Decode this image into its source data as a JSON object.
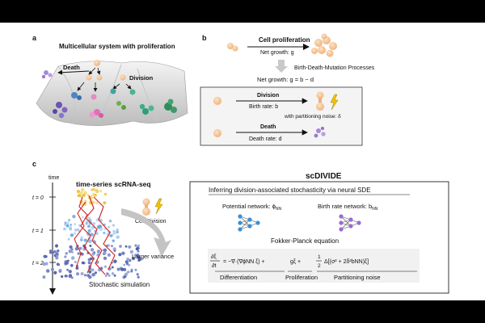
{
  "panel_a": {
    "letter": "a",
    "title": "Multicellular system with proliferation",
    "death_label": "Death",
    "division_label": "Division"
  },
  "panel_b": {
    "letter": "b",
    "cell_proliferation": "Cell proliferation",
    "net_growth_top": "Net growth: g",
    "process_label": "Birth-Death-Mutation Processes",
    "net_growth_eq": "Net growth: g = b − d",
    "division_title": "Division",
    "birth_rate": "Birth rate: b",
    "partitioning": "with partitioning noise: δ",
    "death_title": "Death",
    "death_rate": "Death rate: d"
  },
  "panel_c": {
    "letter": "c",
    "time_axis": "time",
    "t0": "t = 0",
    "t1": "t = 1",
    "t2": "t = 2",
    "scrna_title": "time-series scRNA-seq",
    "cell_division": "Cell Division",
    "larger_variance": "Larger variance",
    "stochastic_sim": "Stochastic simulation"
  },
  "scdivide": {
    "title": "scDIVIDE",
    "subtitle": "Inferring division-associated stochasticity via neural SDE",
    "potential_net": "Potential network: ϕ",
    "potential_sub": "NN",
    "birth_net": "Birth rate network: b",
    "birth_sub": "NN",
    "fp_title": "Fokker-Planck equation",
    "eq_lhs_num": "∂ξ",
    "eq_lhs_den": "∂t",
    "eq_term1": "= −∇·(∇ϕNN ξ) +",
    "eq_term2": "gξ  +",
    "eq_half_num": "1",
    "eq_half_den": "2",
    "eq_term3": "Δ[(σ² + 2δ²bNN)ξ]",
    "label_diff": "Differentiation",
    "label_prolif": "Proliferation",
    "label_part": "Partitioning noise"
  },
  "colors": {
    "bar": "#000000",
    "cell_orange": "#f4c08d",
    "cell_dark": "#e8a46a",
    "death_purple": "#a78bd6",
    "network_blue": "#3a8fd8",
    "network_purple": "#9a6ad6",
    "lightning": "#f2c200",
    "red_lineage": "#d42b2b",
    "box_bg": "#f3f4f3"
  }
}
